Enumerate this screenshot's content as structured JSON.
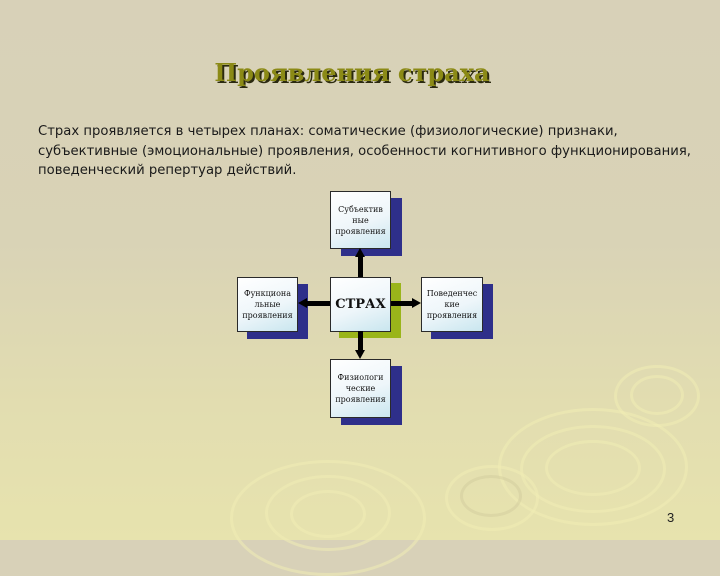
{
  "slide": {
    "title": "Проявления страха",
    "body_lines": [
      "Страх проявляется в четырех планах: соматические (физиологические) признаки,",
      "субъективные (эмоциональные) проявления, особенности когнитивного функционирования,",
      "поведенческий репертуар действий."
    ],
    "page_number": "3"
  },
  "diagram": {
    "center": {
      "label": "СТРАХ",
      "shadow_color": "#9ab51a"
    },
    "nodes": {
      "top": {
        "lines": [
          "Субъектив",
          "ные",
          "проявления"
        ]
      },
      "left": {
        "lines": [
          "Функциона",
          "льные",
          "проявления"
        ]
      },
      "right": {
        "lines": [
          "Поведенчес",
          "кие",
          "проявления"
        ]
      },
      "bottom": {
        "lines": [
          "Физиологи",
          "ческие",
          "проявления"
        ]
      }
    },
    "node_shadow_color": "#2e2f8a",
    "title_color": "#8b8a16"
  }
}
